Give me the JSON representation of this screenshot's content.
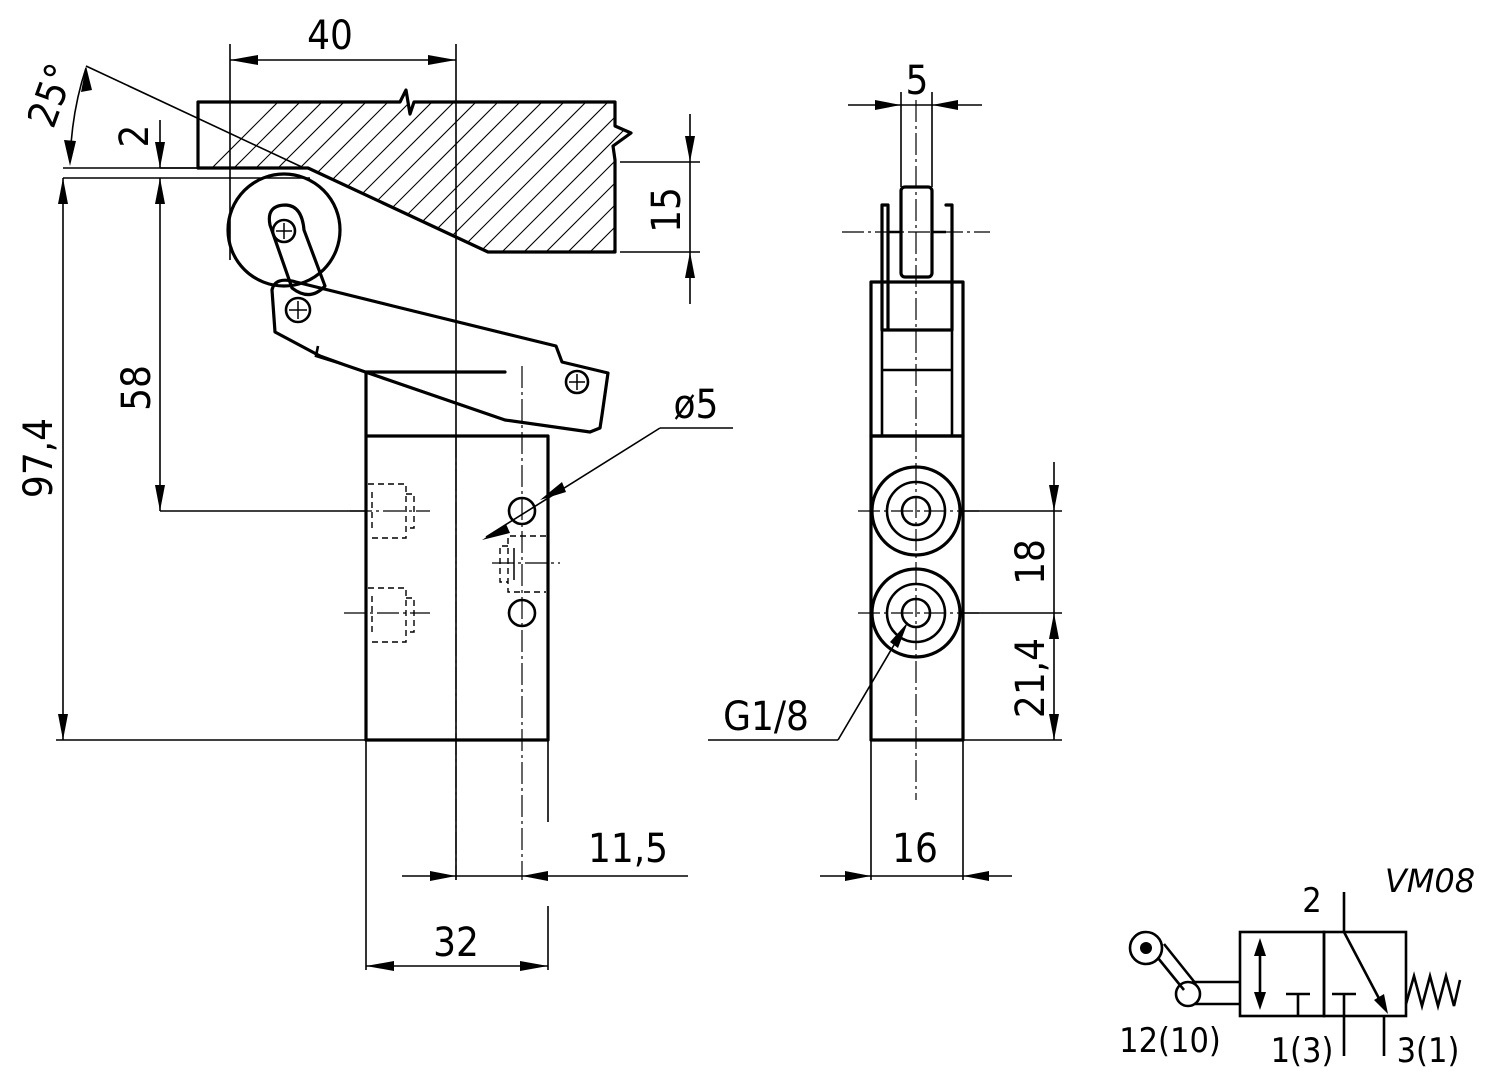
{
  "dimensions": {
    "d40": "40",
    "d25deg": "25°",
    "d2": "2",
    "d15": "15",
    "d58": "58",
    "d97_4": "97,4",
    "d5": "5",
    "dia5": "ø5",
    "d18": "18",
    "d21_4": "21,4",
    "g18": "G1/8",
    "d16": "16",
    "d11_5": "11,5",
    "d32": "32"
  },
  "symbol": {
    "model": "VM08",
    "port_2": "2",
    "port_12": "12(10)",
    "port_1": "1(3)",
    "port_3": "3(1)"
  }
}
